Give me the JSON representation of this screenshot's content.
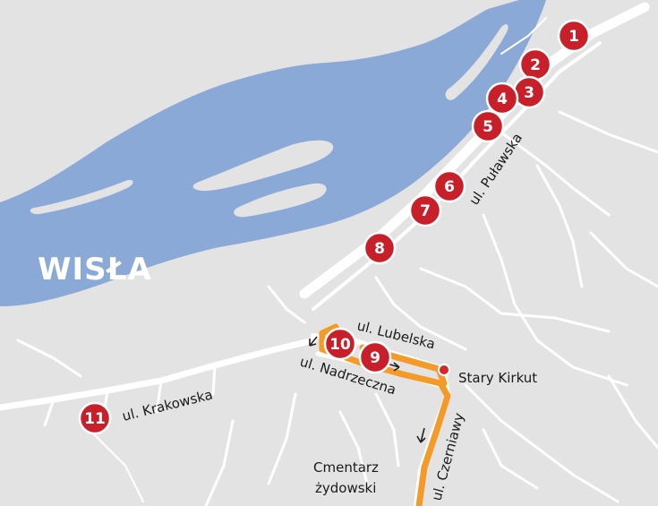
{
  "map": {
    "river_name": "WISŁA",
    "streets": {
      "pulawska": "ul. Puławska",
      "lubelska": "ul. Lubelska",
      "nadrzeczna": "ul. Nadrzeczna",
      "krakowska": "ul. Krakowska",
      "czerniawy": "ul. Czerniawy"
    },
    "places": {
      "stary_kirkut": "Stary Kirkut",
      "cmentarz_line1": "Cmentarz",
      "cmentarz_line2": "żydowski"
    },
    "markers": [
      "1",
      "2",
      "3",
      "4",
      "5",
      "6",
      "7",
      "8",
      "9",
      "10",
      "11"
    ],
    "colors": {
      "land": "#e3e3e3",
      "river": "#8aa9d6",
      "road": "#ffffff",
      "route": "#f39a28",
      "marker": "#c8202a",
      "marker_border": "#ffffff",
      "poi_dot": "#d7262c"
    }
  }
}
